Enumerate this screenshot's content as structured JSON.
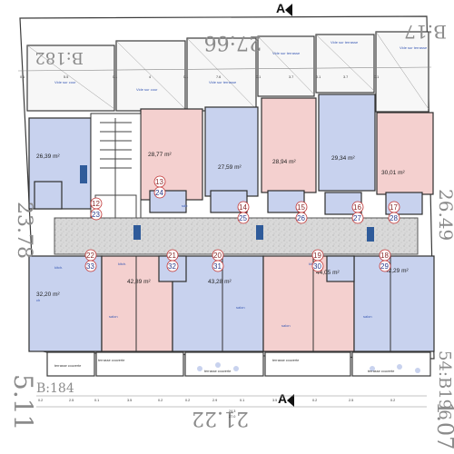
{
  "section_marker": "A",
  "site_labels": {
    "top_left": "B:182",
    "top_center": "27:66",
    "top_right": "B:17",
    "right_upper": "26.49",
    "left": "23.78",
    "left_bottom": "5.11",
    "bottom_left": "B:184",
    "bottom_center": "21.22",
    "bottom_right": "54:B196",
    "bottom_right_edge": "1.07"
  },
  "voids": [
    "Vide sur cour",
    "Vide sur cour",
    "Vide sur terrasse",
    "Vide sur terrasse",
    "Vide sur terrasse",
    "Vide sur terrasse"
  ],
  "terraces": [
    "terrasse couverte",
    "terrasse couverte",
    "terrasse couverte",
    "terrasse couverte",
    "terrasse couverte"
  ],
  "apartments_top": [
    {
      "area": "26,39 m²",
      "top": "12",
      "bottom": "23"
    },
    {
      "area": "28,77 m²",
      "top": "13",
      "bottom": "24"
    },
    {
      "area": "27,59 m²",
      "top": "14",
      "bottom": "25"
    },
    {
      "area": "28,94 m²",
      "top": "15",
      "bottom": "26"
    },
    {
      "area": "29,34 m²",
      "top": "16",
      "bottom": "27"
    },
    {
      "area": "30,01 m²",
      "top": "17",
      "bottom": "28"
    }
  ],
  "apartments_bottom": [
    {
      "area": "32,20 m²",
      "top": "22",
      "bottom": "33"
    },
    {
      "area": "42,89 m²",
      "top": "21",
      "bottom": "32"
    },
    {
      "area": "43,28 m²",
      "top": "20",
      "bottom": "31"
    },
    {
      "area": "44,05 m²",
      "top": "19",
      "bottom": "30"
    },
    {
      "area": "42,29 m²",
      "top": "18",
      "bottom": "29"
    }
  ],
  "room_labels": {
    "kitchen": "kitch.",
    "salon": "salon",
    "sdb": "sdb",
    "ch": "ch"
  },
  "dimensions_top": [
    "0.1",
    "5.5",
    "0.1",
    "4",
    "0.1",
    "7.6",
    "0.1",
    "3.7",
    "0.1",
    "3.7",
    "0.1"
  ],
  "dimensions_bottom": [
    "0.2",
    "2.5",
    "0.1",
    "3.5",
    "0.2",
    "0.2",
    "2.9",
    "0.1",
    "3.5",
    "0.2",
    "2.5",
    "0.2"
  ],
  "total_bottom": "24.3",
  "total_bottom_sub": "27.0"
}
